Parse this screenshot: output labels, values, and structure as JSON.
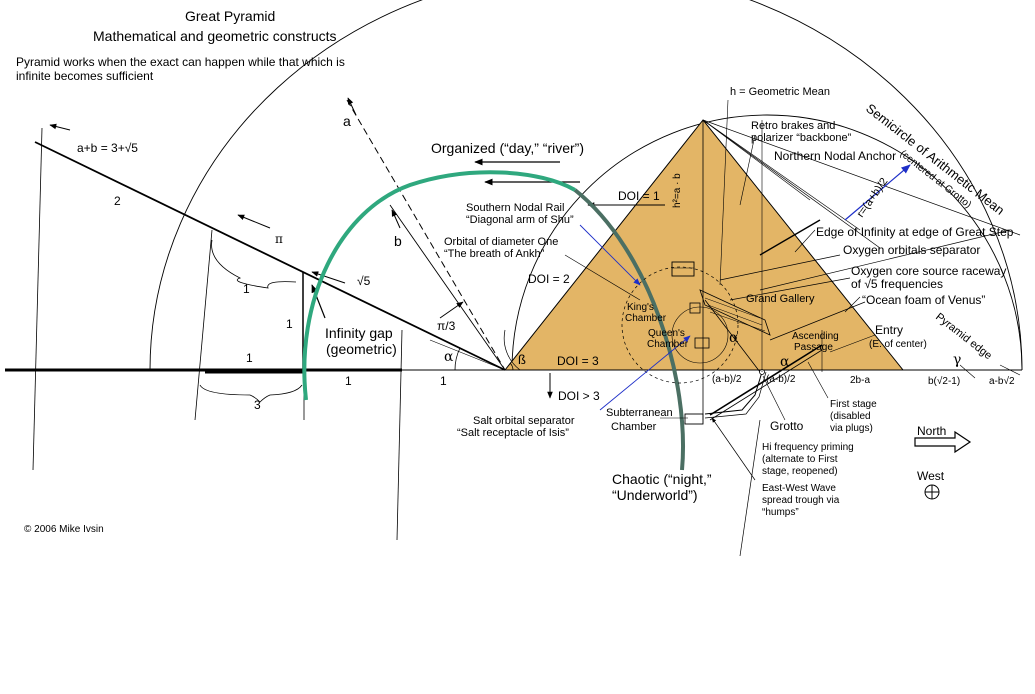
{
  "title": {
    "line1": "Great Pyramid",
    "line2": "Mathematical and geometric constructs"
  },
  "intro": {
    "line1": "Pyramid works when the exact can happen while that which is",
    "line2": "infinite becomes sufficient"
  },
  "copyright": "© 2006 Mike Ivsin",
  "colors": {
    "pyramid_fill": "#E3B566",
    "arc_green": "#2FA87E",
    "arc_dark": "#4B6F63",
    "arrow_blue": "#1E2FC8"
  },
  "left_construction": {
    "a_plus_b": "a+b = 3+√5",
    "two": "2",
    "pi": "π",
    "one_a": "1",
    "one_b": "1",
    "one_c": "1",
    "sqrt5": "√5",
    "infinity_gap_1": "Infinity gap",
    "infinity_gap_2": "(geometric)",
    "three": "3",
    "base_one_1": "1",
    "base_one_2": "1",
    "pi_over_3": "π/3",
    "alpha": "α",
    "beta": "ß",
    "a": "a",
    "b": "b"
  },
  "flow": {
    "organized": "Organized (“day,” “river”)",
    "chaotic_1": "Chaotic (“night,”",
    "chaotic_2": "“Underworld”)"
  },
  "doi": {
    "doi1": "DOI = 1",
    "doi2": "DOI = 2",
    "doi3": "DOI = 3",
    "doi_gt3": "DOI > 3"
  },
  "labels": {
    "geometric_mean": "h = Geometric Mean",
    "h_eq": "h²=a · b",
    "retro_1": "Retro brakes and",
    "retro_2": "polarizer “backbone”",
    "northern_nodal": "Northern Nodal Anchor",
    "southern_nodal_1": "Southern Nodal Rail",
    "southern_nodal_2": "“Diagonal arm of Shu”",
    "orbital_1": "Orbital of diameter One",
    "orbital_2": "“The breath of Ankh”",
    "semicircle_1": "Semicircle of Arithmetic Mean",
    "semicircle_2": "(centered at Grotto)",
    "radius": "r=(a+b)/2",
    "edge_infinity": "Edge of Infinity at edge of Great Step",
    "oxygen_sep": "Oxygen orbitals separator",
    "oxygen_core_1": "Oxygen core source raceway",
    "oxygen_core_2": "of √5 frequencies",
    "ocean_foam": "“Ocean foam of Venus”",
    "grand_gallery": "Grand Gallery",
    "kings_1": "King's",
    "kings_2": "Chamber",
    "queens_1": "Queen's",
    "queens_2": "Chamber",
    "ascending_1": "Ascending",
    "ascending_2": "Passage",
    "entry_1": "Entry",
    "entry_2": "(E. of center)",
    "pyramid_edge": "Pyramid edge",
    "gamma": "γ",
    "alpha_2": "α",
    "alpha_3": "α",
    "amb2_1": "(a-b)/2",
    "amb2_2": "(a-b)/2",
    "two_b_a": "2b-a",
    "b_sqrt": "b(√2-1)",
    "a_b_sqrt": "a-b√2",
    "salt_1": "Salt orbital separator",
    "salt_2": "“Salt receptacle of Isis”",
    "subterranean_1": "Subterranean",
    "subterranean_2": "Chamber",
    "grotto": "Grotto",
    "first_stage_1": "First stage",
    "first_stage_2": "(disabled",
    "first_stage_3": "via plugs)",
    "hi_freq_1": "Hi frequency priming",
    "hi_freq_2": "(alternate to First",
    "hi_freq_3": "stage, reopened)",
    "ew_wave_1": "East-West Wave",
    "ew_wave_2": "spread trough via",
    "ew_wave_3": "“humps”",
    "north": "North",
    "west": "West"
  }
}
